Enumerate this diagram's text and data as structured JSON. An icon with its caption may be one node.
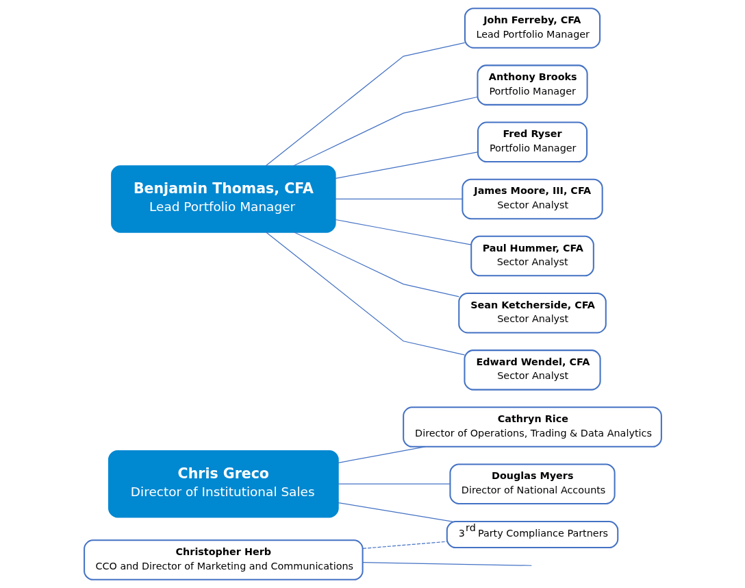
{
  "diagram": {
    "nodes": [
      {
        "text": [
          "Chris Greco",
          "Director of Institutional Sales"
        ]
      },
      {
        "text": [
          "Christopher Herb",
          "CCO and Director of Marketing and Communications"
        ]
      },
      {
        "text": [
          "Cathryn Rice",
          "Director of Operations, Trading & Data Analytics"
        ]
      },
      {
        "text": [
          "Douglas Myers",
          "Director of National Accounts"
        ]
      },
      {
        "text": [
          "3$^{rd}$ Party Compliance Partners"
        ]
      },
      {
        "text": [
          "Benjamin Thomas, CFA",
          "Lead Portfolio Manager"
        ]
      },
      {
        "text": [
          "John Ferreby, CFA",
          "Lead Portfolio Manager"
        ]
      },
      {
        "text": [
          "Anthony Brooks",
          "Portfolio Manager"
        ]
      },
      {
        "text": [
          "Fred Ryser",
          "Portfolio Manager"
        ]
      },
      {
        "text": [
          "James Moore, III, CFA",
          "Sector Analyst"
        ]
      },
      {
        "text": [
          "Paul Hummer, CFA",
          "Sector Analyst"
        ]
      },
      {
        "text": [
          "Sean Ketcherside, CFA",
          "Sector Analyst"
        ]
      },
      {
        "text": [
          "Edward Wendel, CFA",
          "Sector Analyst"
        ]
      }
    ],
    "edges": [
      {
        "from": 0,
        "to": 2,
        "arrow": "none"
      },
      {
        "from": 0,
        "to": 3,
        "arrow": "none"
      },
      {
        "from": 0,
        "to": 4,
        "arrow": "none"
      },
      {
        "from": 1,
        "to": null,
        "arrow": "none"
      },
      {
        "from": 1,
        "to": 4,
        "arrow": "none",
        "style": "dashed"
      },
      {
        "from": 5,
        "to": 6,
        "arrow": "none"
      },
      {
        "from": 5,
        "to": 7,
        "arrow": "none"
      },
      {
        "from": 5,
        "to": 8,
        "arrow": "none"
      },
      {
        "from": 5,
        "to": 9,
        "arrow": "none"
      },
      {
        "from": 5,
        "to": 10,
        "arrow": "none"
      },
      {
        "from": 5,
        "to": 11,
        "arrow": "none"
      },
      {
        "from": 5,
        "to": 12,
        "arrow": "none"
      }
    ]
  }
}
